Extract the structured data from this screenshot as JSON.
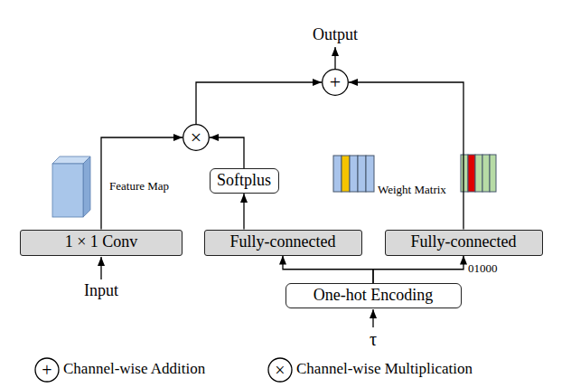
{
  "diagram": {
    "nodes": [
      {
        "text": [
          "+"
        ]
      },
      {
        "text": [
          "×"
        ]
      },
      {
        "text": [
          "Softplus"
        ]
      },
      {
        "text": [
          "1 × 1 Conv"
        ]
      },
      {
        "text": [
          "Fully-connected"
        ]
      },
      {
        "text": [
          "Fully-connected"
        ]
      },
      {
        "text": [
          "One-hot Encoding"
        ]
      }
    ],
    "edges": [
      {
        "from": 3,
        "to": 1,
        "arrow": "to"
      },
      {
        "from": 2,
        "to": 1,
        "arrow": "to"
      },
      {
        "from": 4,
        "to": 2,
        "arrow": "to"
      },
      {
        "from": 1,
        "to": 0,
        "arrow": "to"
      },
      {
        "from": 5,
        "to": 0,
        "arrow": "to"
      },
      {
        "from": 6,
        "to": 4,
        "arrow": "to"
      },
      {
        "from": 6,
        "to": 5,
        "arrow": "to"
      }
    ],
    "labels": [
      "Output",
      "Feature Map",
      "Weight Matrix",
      "Input",
      "01000",
      "τ",
      "+",
      "×"
    ],
    "legend": [
      {
        "text": "Channel-wise Addition"
      },
      {
        "text": "Channel-wise Multiplication"
      }
    ]
  }
}
